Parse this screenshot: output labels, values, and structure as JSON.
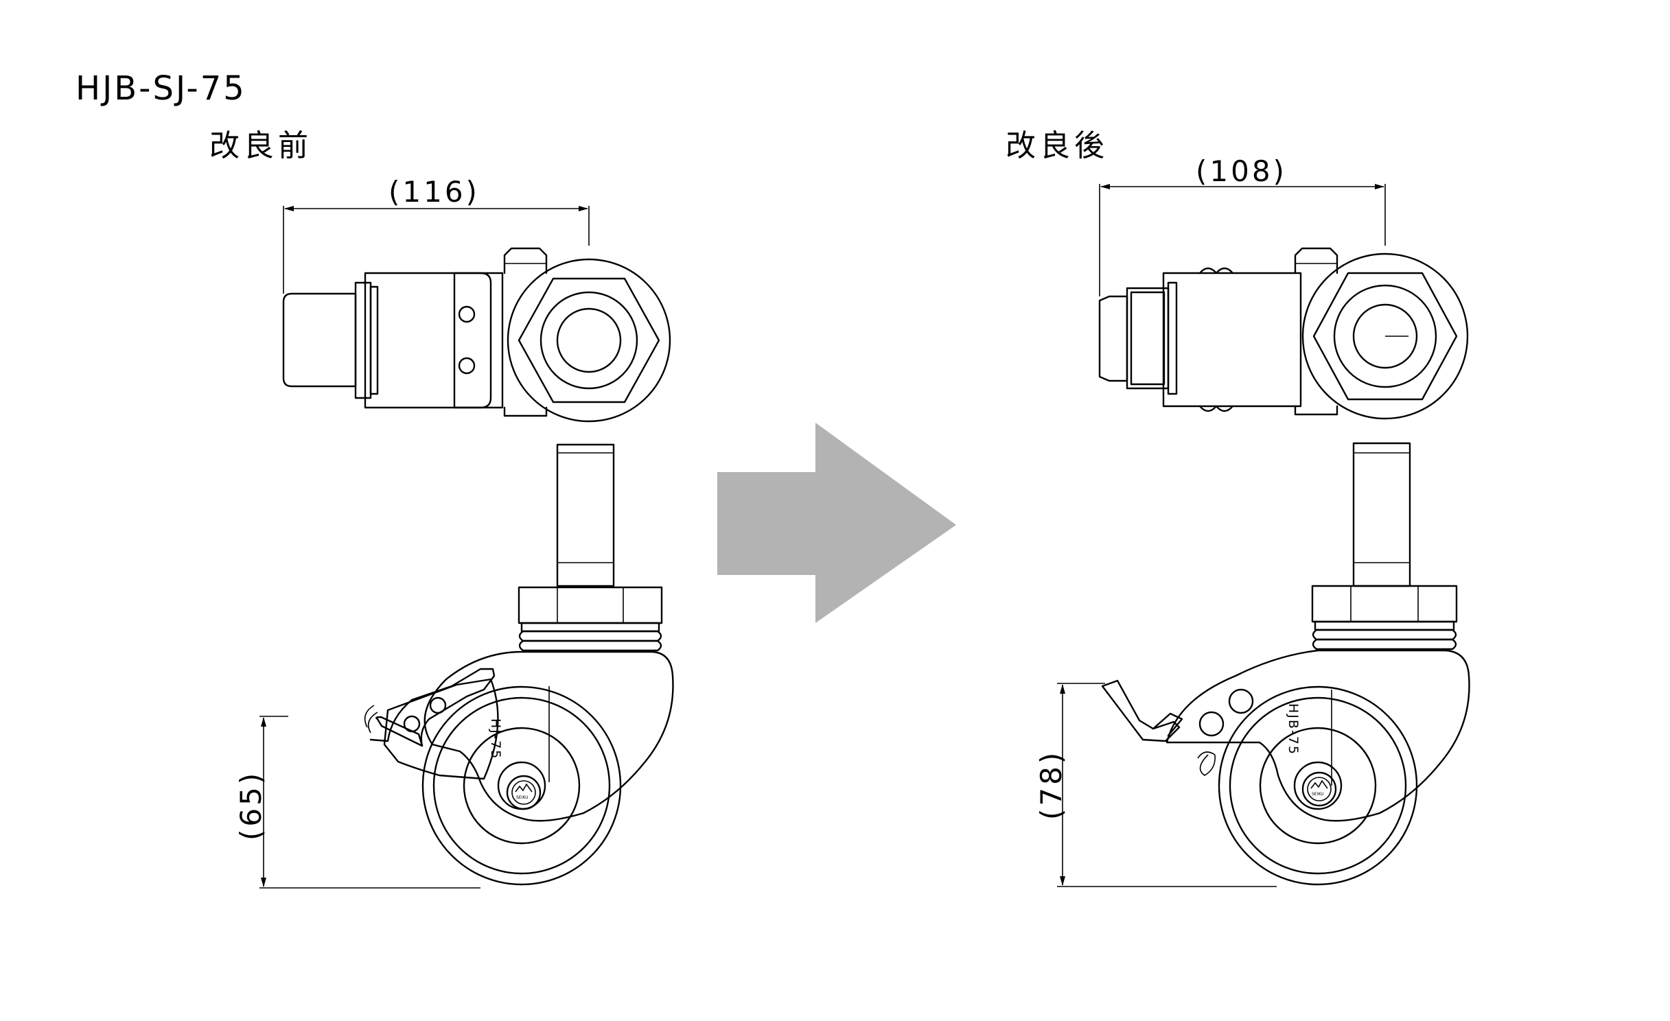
{
  "drawing": {
    "model": "HJB-SJ-75",
    "before": {
      "heading": "改良前",
      "width_dim": "(116)",
      "height_dim": "(65)",
      "body_label": "HJ-75"
    },
    "after": {
      "heading": "改良後",
      "width_dim": "(108)",
      "height_dim": "(78)",
      "body_label": "HJB-75"
    },
    "logo_text": "SEIKU",
    "colors": {
      "line": "#000000",
      "arrow": "#b3b3b3",
      "background": "#ffffff"
    }
  }
}
